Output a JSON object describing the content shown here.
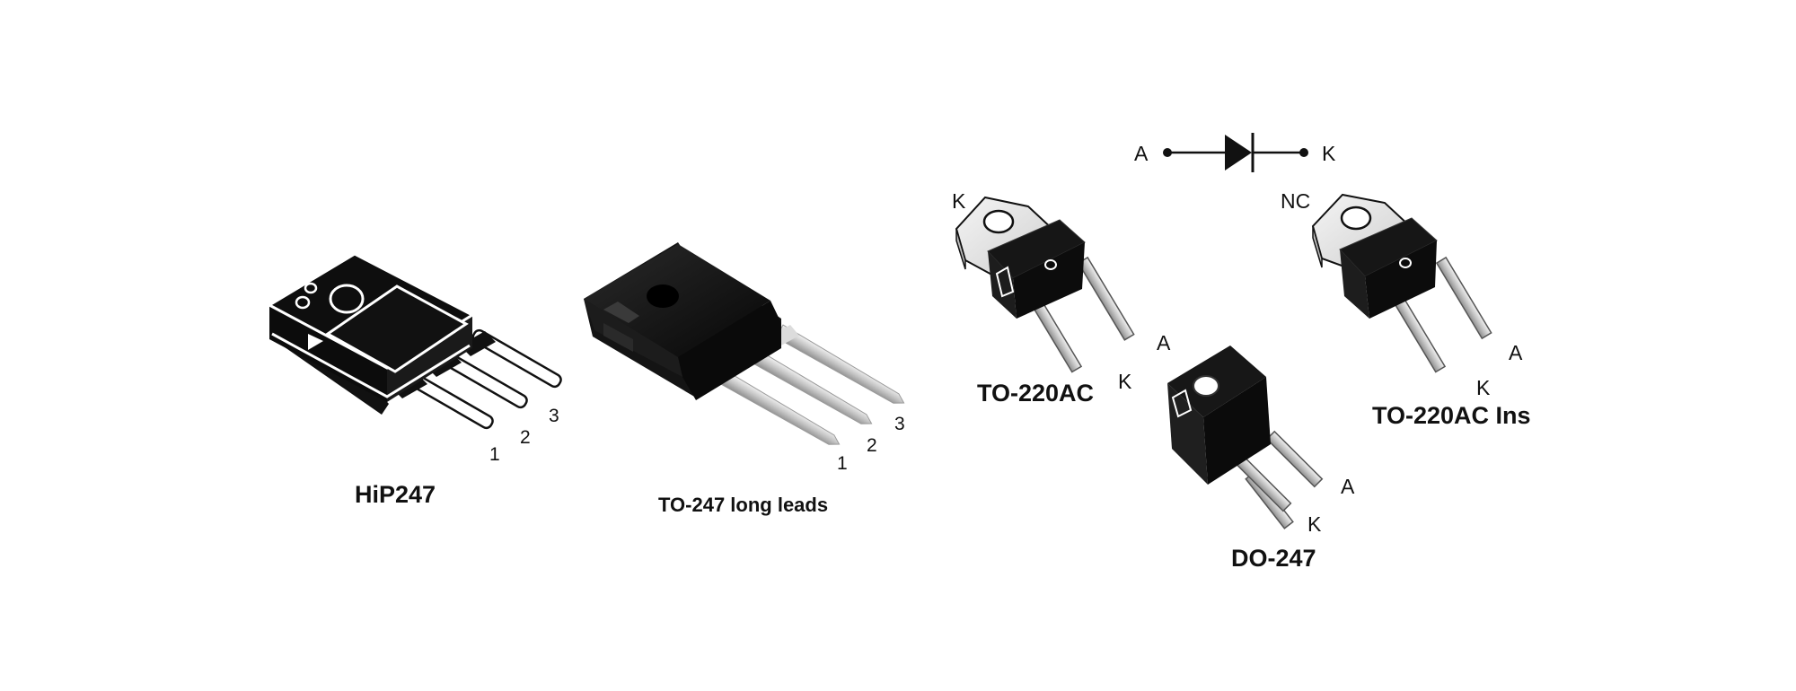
{
  "packages": {
    "hip247": {
      "name": "HiP247",
      "pins": [
        "1",
        "2",
        "3"
      ]
    },
    "to247": {
      "name": "TO-247 long leads",
      "pins": [
        "1",
        "2",
        "3"
      ]
    },
    "to220ac": {
      "name": "TO-220AC",
      "tab": "K",
      "pin_a": "A",
      "pin_k": "K"
    },
    "do247": {
      "name": "DO-247",
      "pin_a": "A",
      "pin_k": "K"
    },
    "to220ac_ins": {
      "name": "TO-220AC Ins",
      "tab": "NC",
      "pin_a": "A",
      "pin_k": "K"
    }
  },
  "symbol": {
    "anode": "A",
    "cathode": "K"
  },
  "colors": {
    "body": "#0d0d0d",
    "lead": "#c9c9c9",
    "tab": "#e4e4e4",
    "outline": "#222222"
  }
}
